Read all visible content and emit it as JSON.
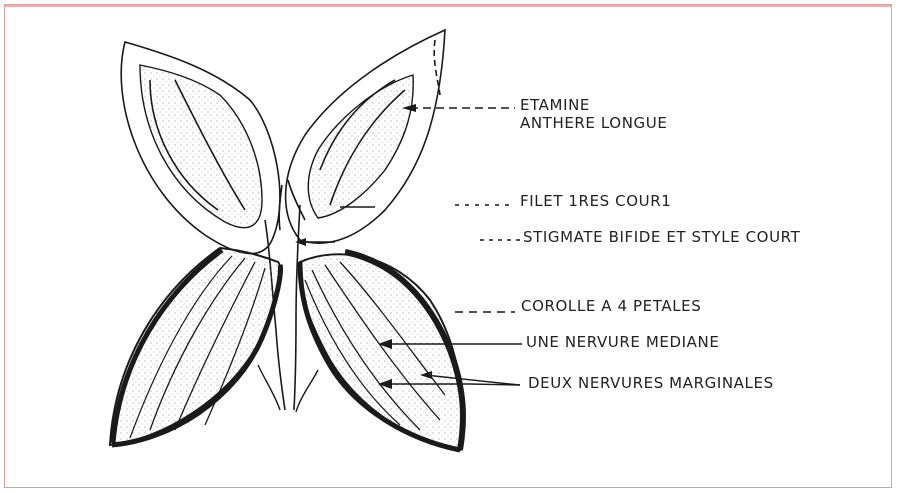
{
  "colors": {
    "ink": "#1a1a1a",
    "frame": "#d9a0a0",
    "stipple": "#9a9a9a"
  },
  "labels": {
    "etamine": "ETAMINE",
    "anthere": "ANTHERE LONGUE",
    "filet": "FILET 1RES COUR1",
    "stigmate": "STIGMATE BIFIDE ET STYLE COURT",
    "corolle": "COROLLE A 4 PETALES",
    "nervure_mediane": "UNE NERVURE MEDIANE",
    "nervures_marginales": "DEUX NERVURES MARGINALES"
  }
}
